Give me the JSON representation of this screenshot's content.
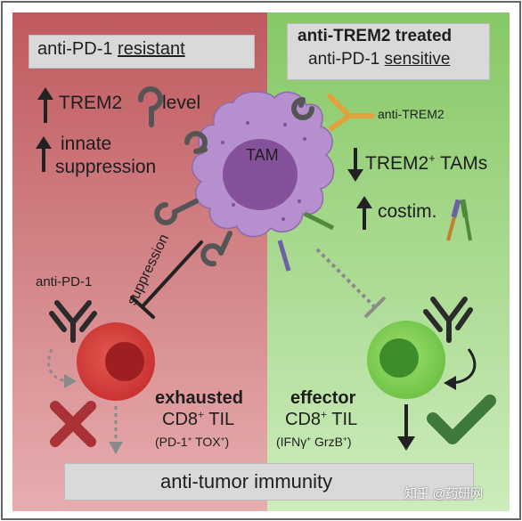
{
  "left_panel": {
    "header": "anti-PD-1",
    "header_underlined": "resistant",
    "trem2_label": "TREM2",
    "level_label": "level",
    "innate_line1": "innate",
    "innate_line2": "suppression",
    "anti_pd1": "anti-PD-1",
    "suppression": "suppression",
    "cell_title": "exhausted",
    "cell_type": "CD8",
    "cell_type_sup": "+",
    "cell_type_suffix": "TIL",
    "markers_a": "(PD-1",
    "markers_a_sup": "+",
    "markers_b": "TOX",
    "markers_b_sup": "+",
    "markers_end": ")"
  },
  "right_panel": {
    "header_line1": "anti-TREM2 treated",
    "header_line2": "anti-PD-1",
    "header_line2_underlined": "sensitive",
    "anti_trem2": "anti-TREM2",
    "trem2_tams_a": "TREM2",
    "trem2_tams_sup": "+",
    "trem2_tams_b": "TAMs",
    "costim": "costim.",
    "cell_title": "effector",
    "cell_type": "CD8",
    "cell_type_sup": "+",
    "cell_type_suffix": "TIL",
    "markers_a": "(IFNγ",
    "markers_a_sup": "+",
    "markers_b": "GrzB",
    "markers_b_sup": "+",
    "markers_end": ")"
  },
  "tam_label": "TAM",
  "footer": "anti-tumor immunity",
  "watermark": "知乎 @药研网",
  "colors": {
    "left_bg": "#c46468",
    "right_bg": "#9bd37f",
    "tam": "#b68fce",
    "tam_nucleus": "#85519a",
    "t_exhausted": "#d7413d",
    "t_effector": "#7fcf55",
    "check": "#3f7a3a",
    "cross": "#a83236",
    "antibody_orange": "#e0a23c"
  },
  "icons": [
    "up-arrow-icon",
    "down-arrow-icon",
    "trem2-receptor-icon",
    "antibody-icon",
    "cross-icon",
    "check-icon",
    "inhibition-bar-icon"
  ]
}
